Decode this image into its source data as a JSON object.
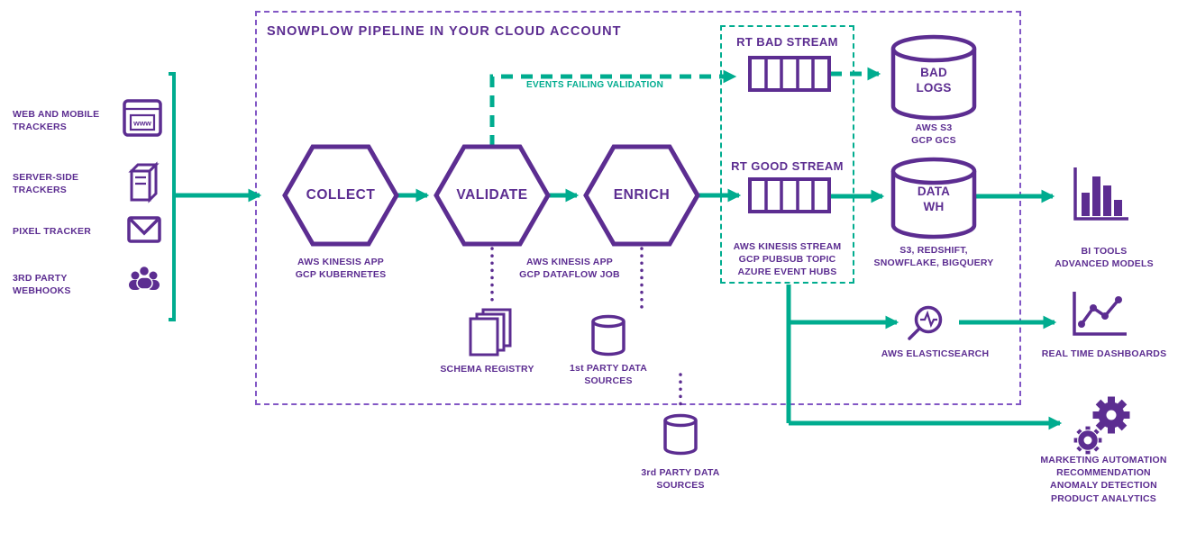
{
  "colors": {
    "purple": "#5C2D91",
    "teal": "#00AC8F",
    "boxpurple": "#8257C5"
  },
  "title": "SNOWPLOW PIPELINE IN YOUR CLOUD ACCOUNT",
  "sources": {
    "web": [
      "WEB AND MOBILE",
      "TRACKERS"
    ],
    "server": [
      "SERVER-SIDE",
      "TRACKERS"
    ],
    "pixel": [
      "PIXEL TRACKER"
    ],
    "webhooks": [
      "3RD PARTY",
      "WEBHOOKS"
    ]
  },
  "pipeline": {
    "collect": {
      "label": "COLLECT",
      "sub": [
        "AWS KINESIS APP",
        "GCP KUBERNETES"
      ]
    },
    "validate": {
      "label": "VALIDATE"
    },
    "enrich": {
      "label": "ENRICH",
      "sub": [
        "AWS KINESIS APP",
        "GCP DATAFLOW JOB"
      ]
    },
    "failing_label": "EVENTS FAILING VALIDATION",
    "schema_registry": "SCHEMA REGISTRY",
    "first_party": [
      "1st PARTY DATA",
      "SOURCES"
    ],
    "third_party": [
      "3rd PARTY DATA",
      "SOURCES"
    ]
  },
  "streams": {
    "bad": "RT BAD STREAM",
    "good": "RT GOOD STREAM",
    "tech": [
      "AWS KINESIS STREAM",
      "GCP PUBSUB TOPIC",
      "AZURE EVENT HUBS"
    ]
  },
  "storage": {
    "bad_logs": [
      "BAD",
      "LOGS"
    ],
    "bad_logs_sub": [
      "AWS S3",
      "GCP GCS"
    ],
    "data_wh": [
      "DATA",
      "WH"
    ],
    "data_wh_sub": [
      "S3, REDSHIFT,",
      "SNOWFLAKE, BIGQUERY"
    ]
  },
  "outputs": {
    "bi": [
      "BI TOOLS",
      "ADVANCED MODELS"
    ],
    "elasticsearch": "AWS ELASTICSEARCH",
    "dashboards": "REAL TIME DASHBOARDS",
    "ml": [
      "MARKETING AUTOMATION",
      "RECOMMENDATION",
      "ANOMALY DETECTION",
      "PRODUCT ANALYTICS"
    ]
  },
  "icons": {
    "www": "www"
  }
}
